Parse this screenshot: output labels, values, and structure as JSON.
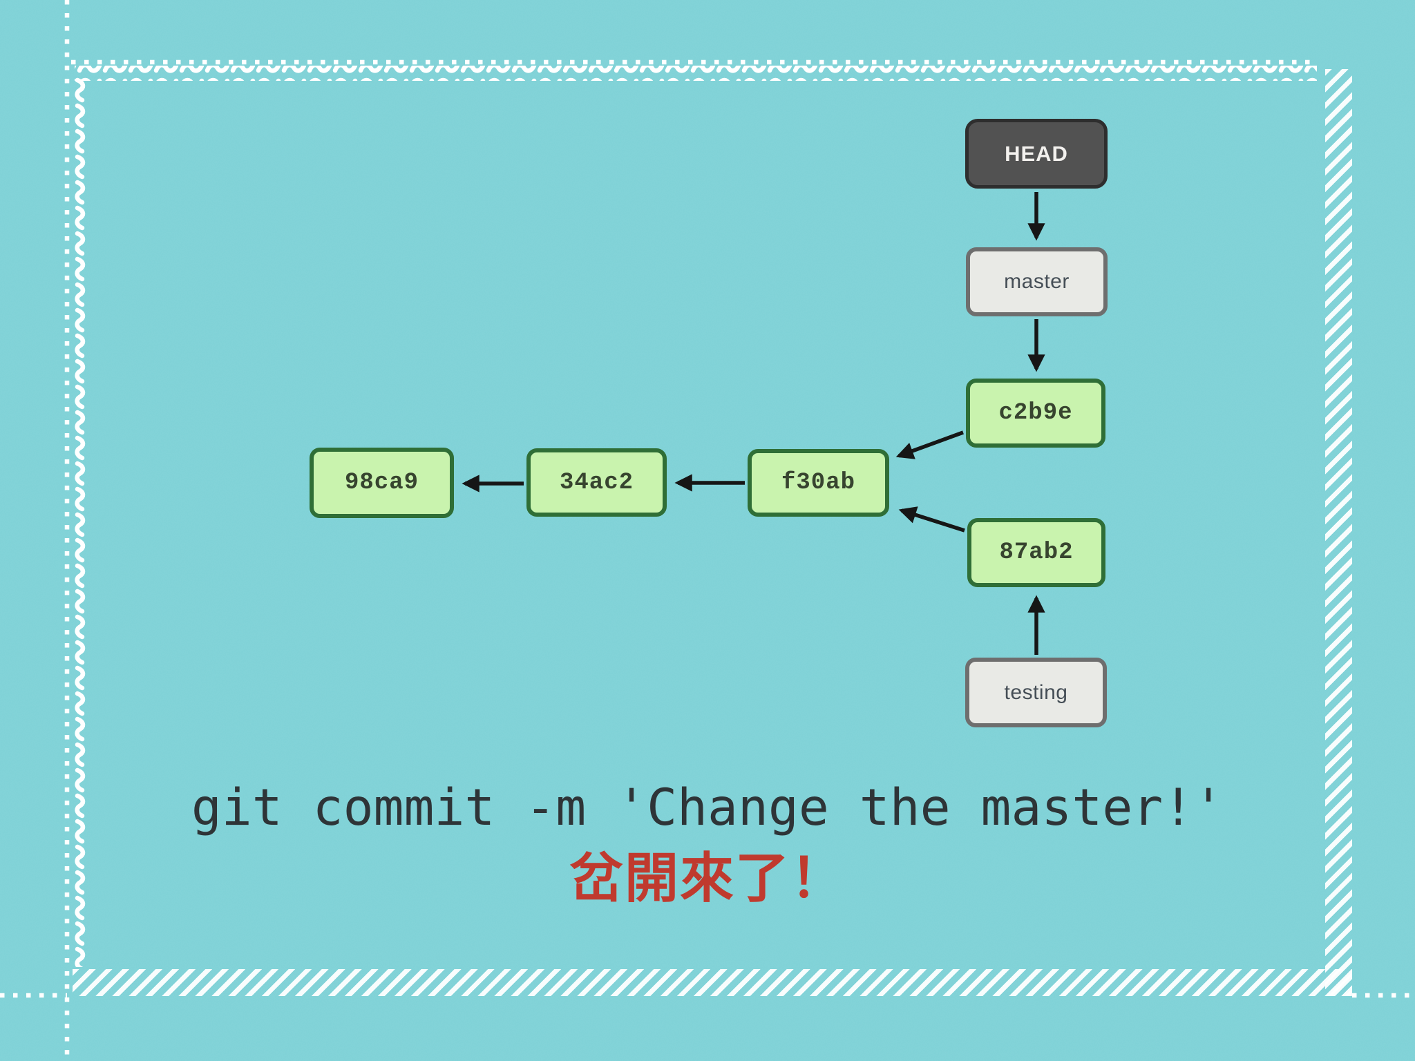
{
  "slide": {
    "background_color": "#7dd1d6",
    "stitch_color": "#ffffff"
  },
  "diagram": {
    "head": {
      "label": "HEAD",
      "fill": "#525252",
      "text_color": "#f3f1ee"
    },
    "branches": [
      {
        "label": "master",
        "fill": "#e9eae6",
        "border": "#6e6e6e"
      },
      {
        "label": "testing",
        "fill": "#e9eae6",
        "border": "#6e6e6e"
      }
    ],
    "commits": [
      {
        "id": "98ca9",
        "fill": "#c9f3ae",
        "border": "#2f6e36"
      },
      {
        "id": "34ac2",
        "fill": "#c9f3ae",
        "border": "#2f6e36"
      },
      {
        "id": "f30ab",
        "fill": "#c9f3ae",
        "border": "#2f6e36"
      },
      {
        "id": "c2b9e",
        "fill": "#c9f3ae",
        "border": "#2f6e36"
      },
      {
        "id": "87ab2",
        "fill": "#c9f3ae",
        "border": "#2f6e36"
      }
    ],
    "edges": [
      {
        "from": "HEAD",
        "to": "master"
      },
      {
        "from": "master",
        "to": "c2b9e"
      },
      {
        "from": "c2b9e",
        "to": "f30ab"
      },
      {
        "from": "f30ab",
        "to": "34ac2"
      },
      {
        "from": "34ac2",
        "to": "98ca9"
      },
      {
        "from": "87ab2",
        "to": "f30ab"
      },
      {
        "from": "testing",
        "to": "87ab2"
      }
    ],
    "arrow_color": "#161616"
  },
  "caption": {
    "command": "git commit -m 'Change the master!'",
    "command_color": "#2e3437",
    "note": "岔開來了！",
    "note_color": "#c03a2e"
  }
}
